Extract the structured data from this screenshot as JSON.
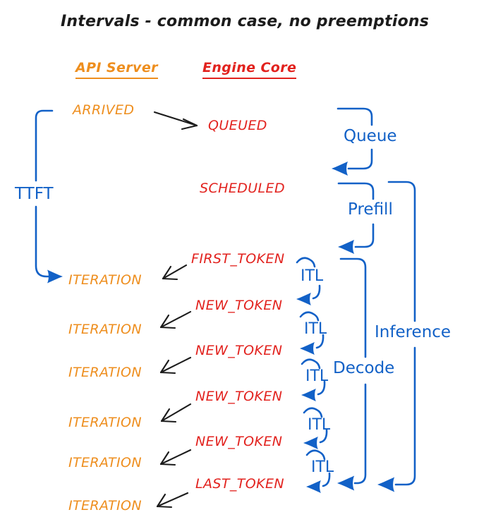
{
  "title": "Intervals - common case, no preemptions",
  "columns": {
    "api_server": "API Server",
    "engine_core": "Engine Core"
  },
  "api_server": {
    "arrived": "ARRIVED",
    "iterations": [
      "ITERATION",
      "ITERATION",
      "ITERATION",
      "ITERATION",
      "ITERATION",
      "ITERATION"
    ]
  },
  "engine_core": {
    "queued": "QUEUED",
    "scheduled": "SCHEDULED",
    "first_token": "FIRST_TOKEN",
    "new_tokens": [
      "NEW_TOKEN",
      "NEW_TOKEN",
      "NEW_TOKEN",
      "NEW_TOKEN"
    ],
    "last_token": "LAST_TOKEN"
  },
  "intervals": {
    "ttft": "TTFT",
    "queue": "Queue",
    "prefill": "Prefill",
    "itl_labels": [
      "ITL",
      "ITL",
      "ITL",
      "ITL",
      "ITL"
    ],
    "decode": "Decode",
    "inference": "Inference"
  },
  "colors": {
    "orange": "#EE8E1E",
    "red": "#E2221E",
    "blue": "#1261C7",
    "ink": "#1C1C1C",
    "background": "#FFFFFF"
  }
}
